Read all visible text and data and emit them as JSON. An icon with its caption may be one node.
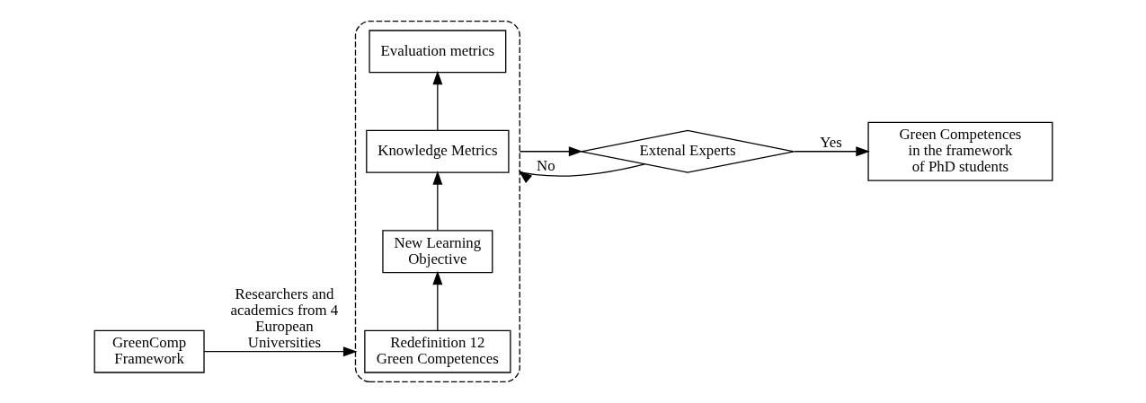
{
  "diagram": {
    "nodes": [
      {
        "text": [
          "GreenComp Framework"
        ]
      },
      {
        "text": [],
        "shape": "box"
      },
      {
        "text": [
          "Redefinition 12 Green Competences"
        ],
        "in": 1
      },
      {
        "text": [
          "New Learning Objective"
        ],
        "in": 1
      },
      {
        "text": [
          "Knowledge Metrics"
        ],
        "in": 1
      },
      {
        "text": [
          "Evaluation metrics"
        ],
        "in": 1
      },
      {
        "text": [
          "Extenal Experts"
        ]
      },
      {
        "text": [
          "Green Competences in the framework of PhD students"
        ]
      }
    ],
    "edges": [
      {
        "from": 0,
        "to": 1,
        "arrow": "to",
        "label": "Researchers and academics from 4 European Universities"
      },
      {
        "from": 2,
        "to": 3,
        "arrow": "to"
      },
      {
        "from": 3,
        "to": 4,
        "arrow": "to"
      },
      {
        "from": 4,
        "to": 5,
        "arrow": "to"
      },
      {
        "from": 1,
        "to": 6,
        "arrow": "to"
      },
      {
        "from": 6,
        "to": 7,
        "arrow": "to",
        "label": "Yes"
      },
      {
        "from": 6,
        "to": 1,
        "arrow": "to",
        "label": "No"
      }
    ]
  }
}
